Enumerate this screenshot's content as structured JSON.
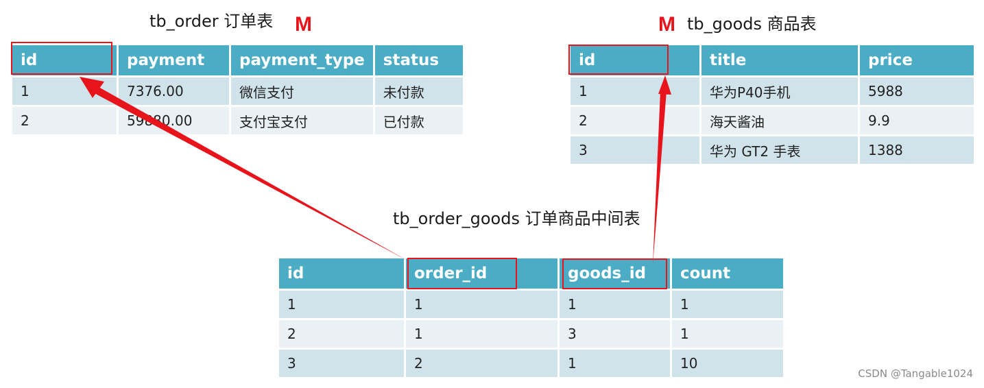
{
  "order_table": {
    "title": "tb_order 订单表",
    "mark": "M",
    "headers": [
      "id",
      "payment",
      "payment_type",
      "status"
    ],
    "rows": [
      [
        "1",
        "7376.00",
        "微信支付",
        "未付款"
      ],
      [
        "2",
        "59880.00",
        "支付宝支付",
        "已付款"
      ]
    ]
  },
  "goods_table": {
    "title": "tb_goods 商品表",
    "mark": "M",
    "headers": [
      "id",
      "title",
      "price"
    ],
    "rows": [
      [
        "1",
        "华为P40手机",
        "5988"
      ],
      [
        "2",
        "海天酱油",
        "9.9"
      ],
      [
        "3",
        "华为 GT2 手表",
        "1388"
      ]
    ]
  },
  "middle_table": {
    "title": "tb_order_goods 订单商品中间表",
    "headers": [
      "id",
      "order_id",
      "goods_id",
      "count"
    ],
    "rows": [
      [
        "1",
        "1",
        "1",
        "1"
      ],
      [
        "2",
        "1",
        "3",
        "1"
      ],
      [
        "3",
        "2",
        "1",
        "10"
      ]
    ]
  },
  "colors": {
    "header_bg": "#4bacc6",
    "row_odd": "#d0e3ea",
    "row_even": "#e9f1f4",
    "highlight": "#e8141c"
  },
  "watermark": "CSDN @Tangable1024"
}
